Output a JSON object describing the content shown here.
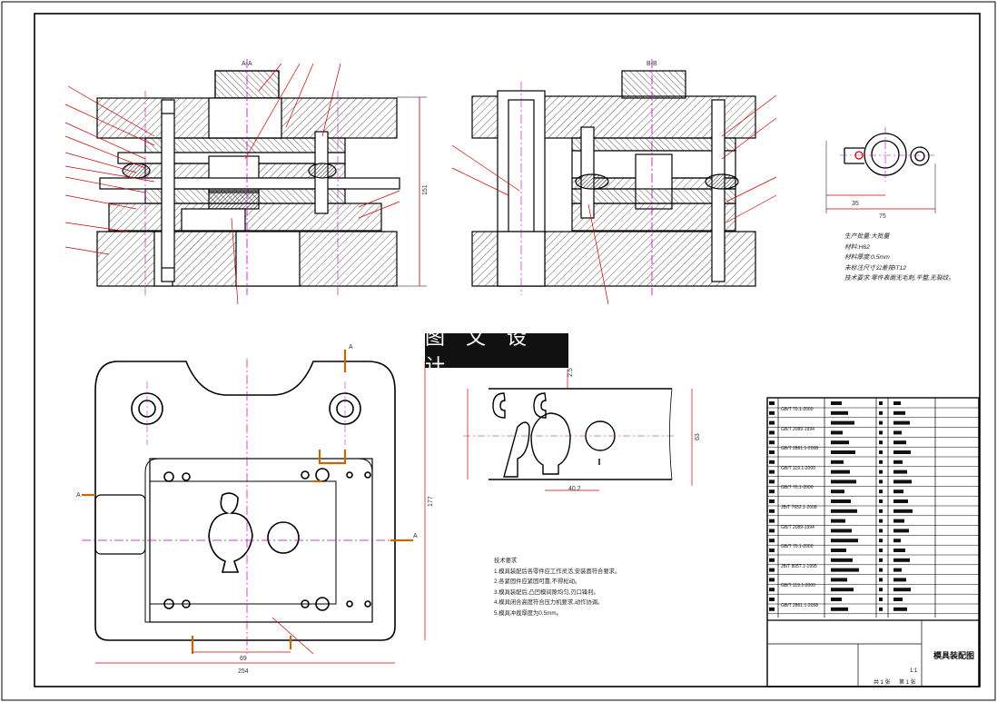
{
  "views": {
    "section_a": "A-A",
    "section_b": "B-B",
    "cut_mark": "A"
  },
  "part_spec": {
    "product": "生产批量:大批量",
    "material": "材料:H62",
    "thickness": "材料厚度:0.5mm",
    "tolerance": "未标注尺寸公差按IT12",
    "process": "技术要求:零件表面无毛刺,平整,无裂纹。"
  },
  "tech_requirements": {
    "title": "技术要求",
    "items": [
      "1.模具装配后各零件应工作灵活,安装面符合要求。",
      "2.各紧固件应紧固可靠,不得松动。",
      "3.模具装配后,凸凹模间隙均匀,刃口锋利。",
      "4.模具闭合高度符合压力机要求,动作协调。",
      "5.模具冲裁厚度为0.5mm。"
    ]
  },
  "dimensions": {
    "top_overall_height": "151",
    "plan_width": "254",
    "plan_height": "177",
    "plan_sub": "69",
    "part_75": "75",
    "part_35": "35",
    "strip_402": "40.2",
    "strip_25": "2.5",
    "strip_h": "63"
  },
  "title_block": {
    "drawing_title": "模具装配图",
    "scale": "1:1",
    "sheet": "共 1 张",
    "sheet_no": "第 1 张",
    "std_codes": [
      "GB/T 70.1-2000",
      "GB/T 2089-1994",
      "GB/T 2861.1-2008",
      "GB/T 119.1-2000",
      "GB/T 70.1-2000",
      "JB/T 7652.1-2008",
      "GB/T 2089-1994",
      "GB/T 70.1-2000",
      "JB/T 8057.1-1995",
      "GB/T 119.1-2000",
      "GB/T 2861.1-2008"
    ]
  },
  "watermark": "图 文 设 计"
}
